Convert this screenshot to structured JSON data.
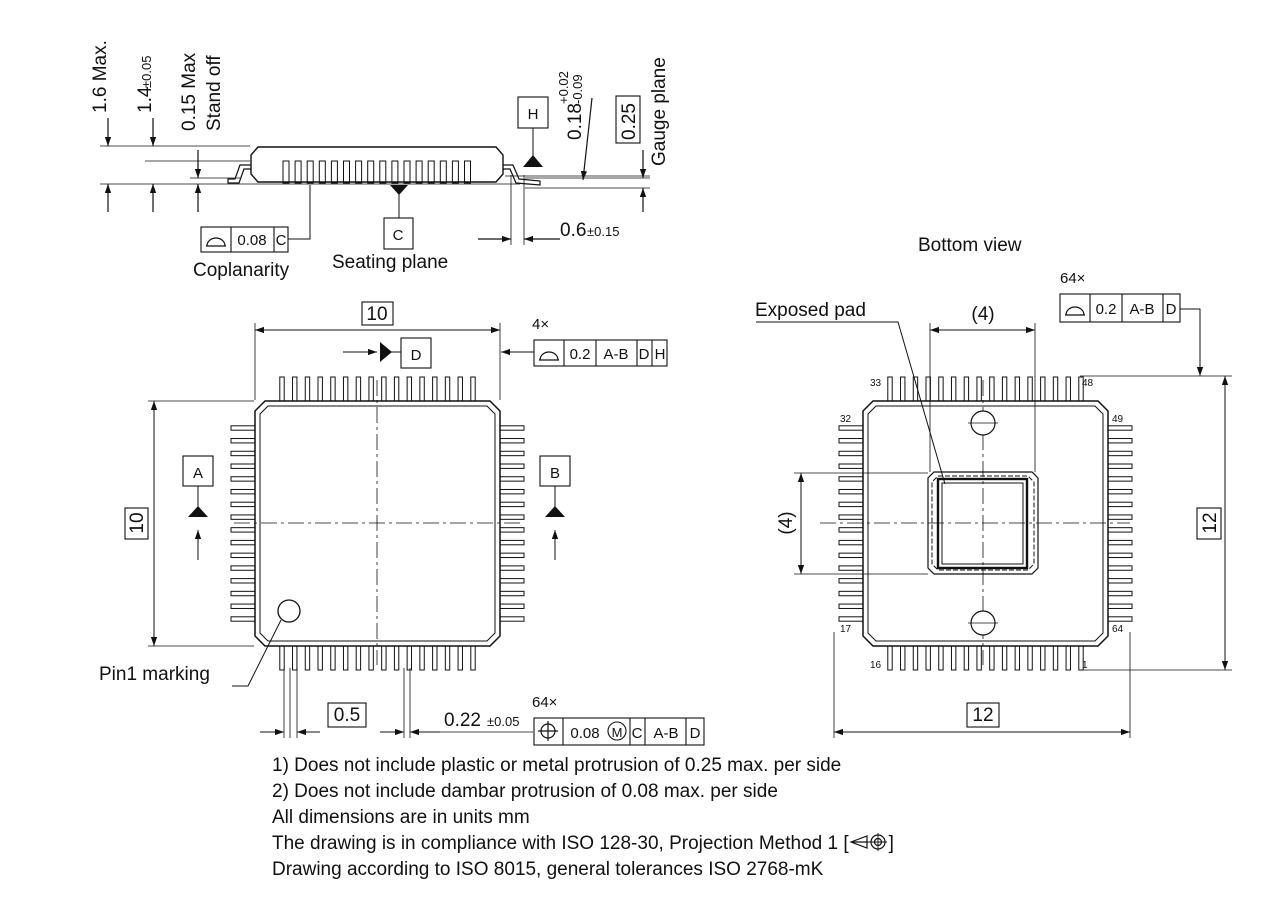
{
  "side_view": {
    "height_max": "1.6 Max.",
    "body_thickness": "1.4",
    "body_thickness_tol": "±0.05",
    "standoff_max": "0.15 Max",
    "standoff_label": "Stand off",
    "lead_thickness": "0.18",
    "lead_thickness_tol_plus": "+0.02",
    "lead_thickness_tol_minus": "-0.09",
    "gauge_value": "0.25",
    "gauge_label": "Gauge  plane",
    "datum_h": "H",
    "datum_c": "C",
    "foot_length": "0.6",
    "foot_length_tol": "±0.15",
    "coplanarity_value": "0.08",
    "coplanarity_datum": "C",
    "coplanarity_label": "Coplanarity",
    "seating_label": "Seating plane"
  },
  "top_view": {
    "width": "10",
    "height": "10",
    "datum_a": "A",
    "datum_b": "B",
    "datum_d": "D",
    "profile_count": "4×",
    "profile_frame": [
      "0.2",
      "A-B",
      "D",
      "H"
    ],
    "pin1_label": "Pin1 marking",
    "pitch": "0.5",
    "lead_width": "0.22",
    "lead_width_tol": "±0.05",
    "position_count": "64×",
    "position_frame": [
      "0.08",
      "M",
      "C",
      "A-B",
      "D"
    ]
  },
  "bottom_view": {
    "title": "Bottom view",
    "exposed_pad_label": "Exposed pad",
    "pad_width": "(4)",
    "pad_height": "(4)",
    "overall_width": "12",
    "overall_height": "12",
    "profile_count": "64×",
    "profile_frame": [
      "0.2",
      "A-B",
      "D"
    ],
    "pin_numbers": [
      "33",
      "48",
      "32",
      "49",
      "17",
      "64",
      "16",
      "1"
    ]
  },
  "notes": [
    "1) Does not include plastic or metal protrusion of 0.25 max. per side",
    "2) Does not include dambar protrusion of 0.08 max. per side",
    "All dimensions are in units mm",
    "The drawing is in compliance with ISO 128-30, Projection Method 1 [",
    "Drawing according to ISO 8015, general tolerances ISO 2768-mK"
  ],
  "notes_end": "]"
}
